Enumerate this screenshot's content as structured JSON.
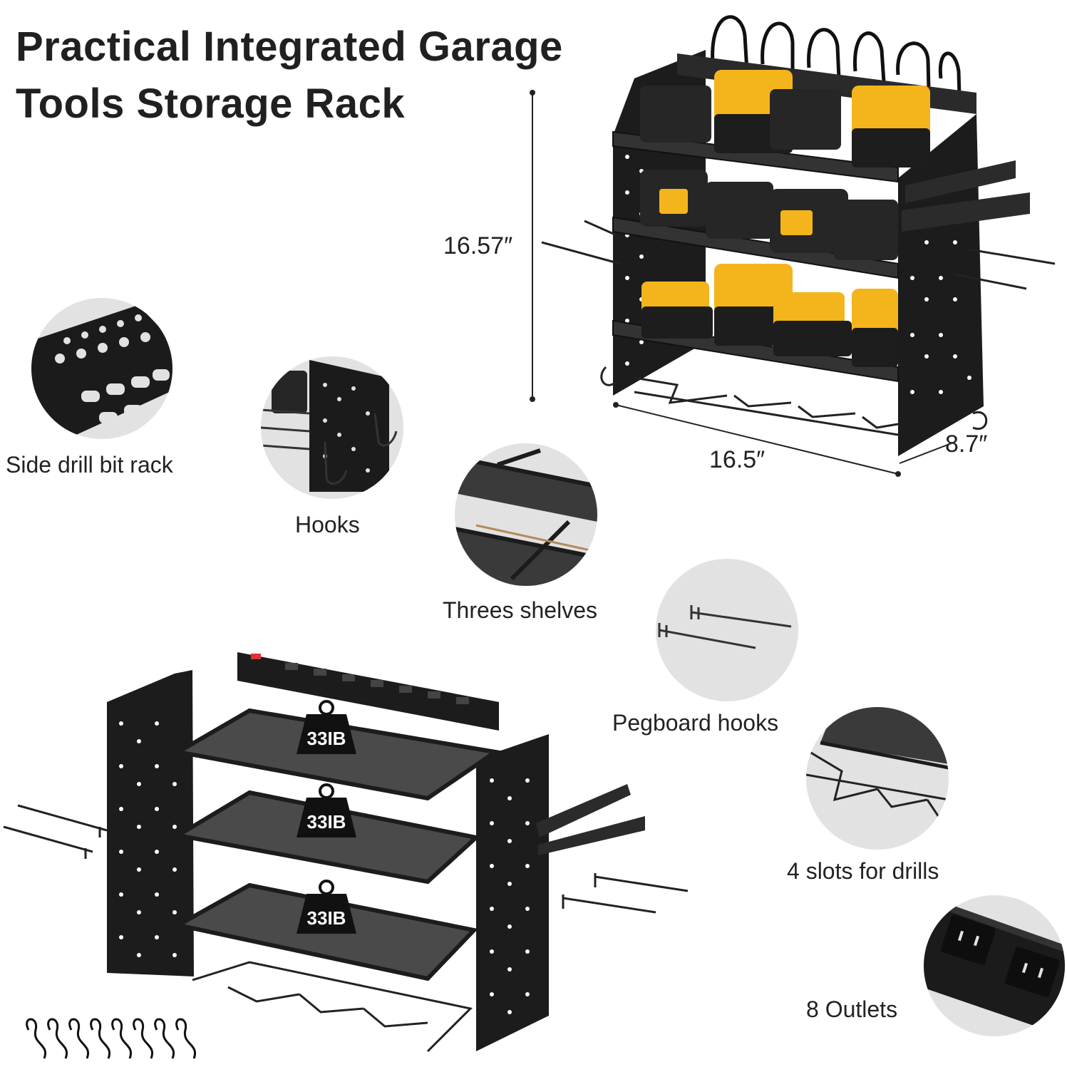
{
  "title": {
    "line1": "Practical Integrated Garage",
    "line2": "Tools Storage Rack"
  },
  "dimensions": {
    "height": "16.57″",
    "width": "16.5″",
    "depth": "8.7″"
  },
  "features": [
    {
      "label": "Side drill bit rack",
      "icon": "drill-bit-rack-icon"
    },
    {
      "label": "Hooks",
      "icon": "hook-icon"
    },
    {
      "label": "Threes shelves",
      "icon": "shelf-icon"
    },
    {
      "label": "Pegboard hooks",
      "icon": "pegboard-hook-icon"
    },
    {
      "label": "4 slots for drills",
      "icon": "drill-slot-icon"
    },
    {
      "label": "8 Outlets",
      "icon": "outlet-icon"
    }
  ],
  "load_badges": [
    "33IB",
    "33IB",
    "33IB"
  ],
  "colors": {
    "rack": "#1c1c1c",
    "battery": "#f3b51b",
    "circle_bg": "#e2e2e2"
  }
}
